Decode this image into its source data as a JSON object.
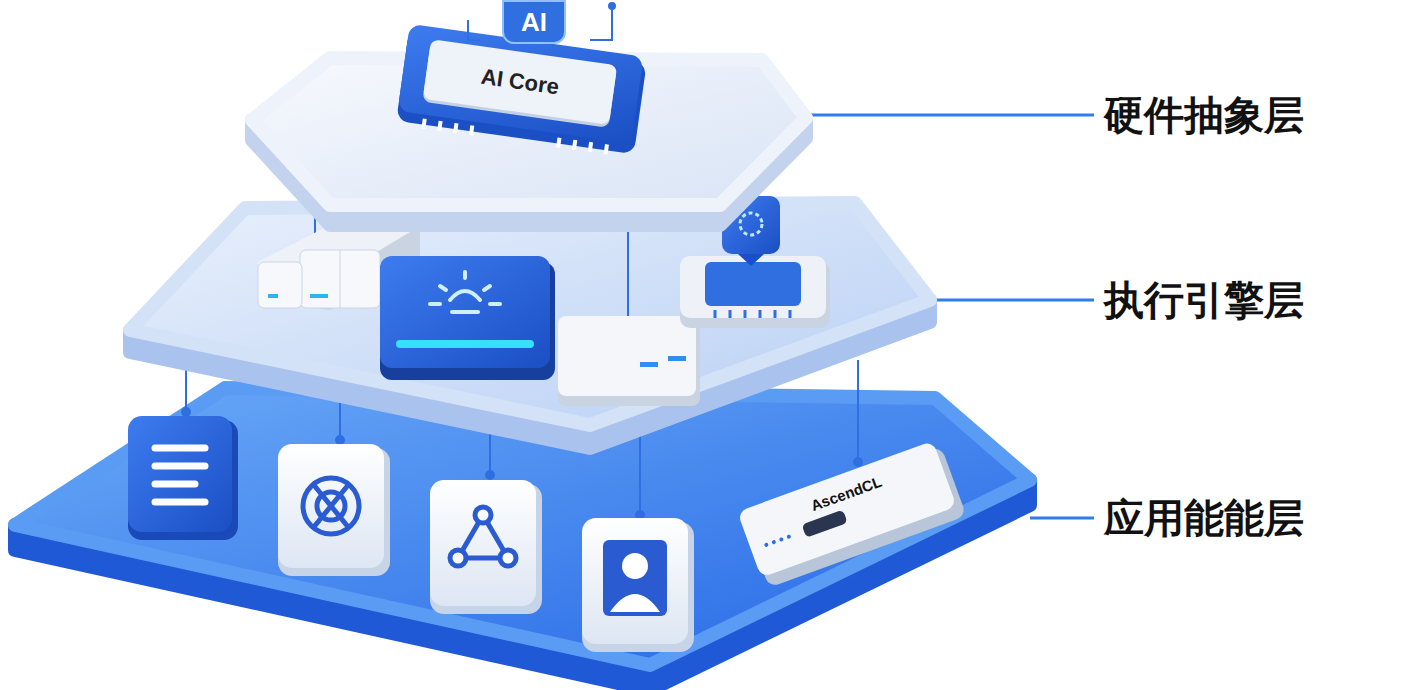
{
  "diagram": {
    "nodes": [
      {
        "text": [
          "AI"
        ]
      },
      {
        "text": [
          "AI Core"
        ]
      },
      {
        "text": [
          "AscendCL"
        ]
      }
    ],
    "labels": [
      "硬件抽象层",
      "执行引擎层",
      "应用能能层"
    ]
  }
}
